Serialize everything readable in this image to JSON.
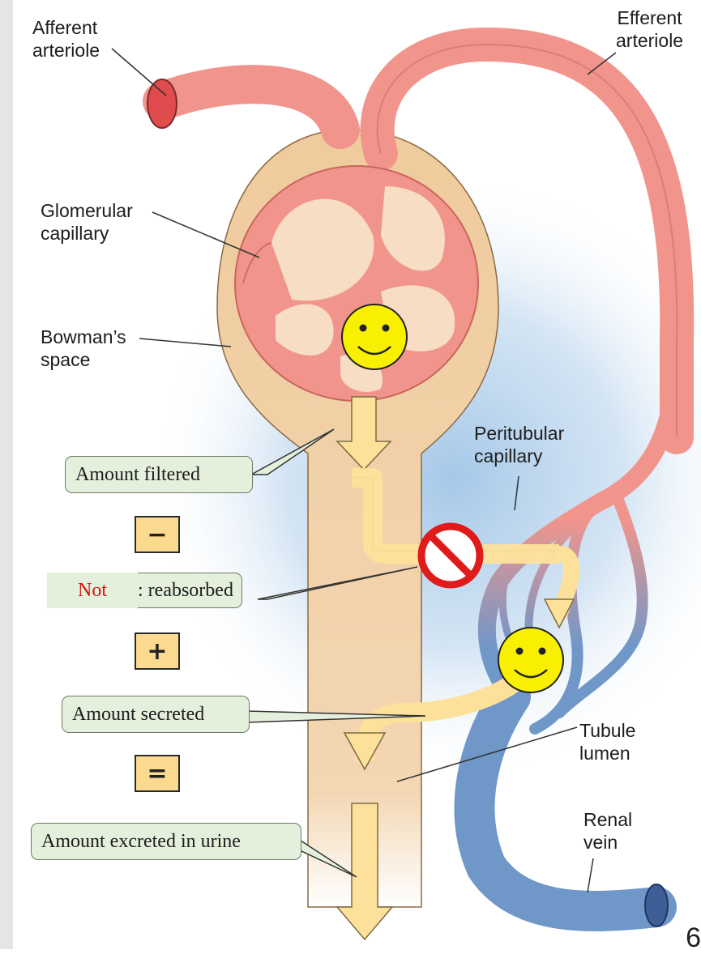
{
  "labels": {
    "afferent_arteriole": [
      "Afferent",
      "arteriole"
    ],
    "efferent_arteriole": [
      "Efferent",
      "arteriole"
    ],
    "glomerular_capillary": [
      "Glomerular",
      "capillary"
    ],
    "bowmans_space": [
      "Bowman’s",
      "space"
    ],
    "peritubular_capillary": [
      "Peritubular",
      "capillary"
    ],
    "tubule_lumen": [
      "Tubule",
      "lumen"
    ],
    "renal_vein": [
      "Renal",
      "vein"
    ]
  },
  "boxes": {
    "amount_filtered": "Amount filtered",
    "not_word": "Not",
    "reabsorbed": ": reabsorbed",
    "amount_secreted": "Amount secreted",
    "amount_excreted": "Amount excreted in urine"
  },
  "operators": {
    "minus": "−",
    "plus": "+",
    "equals": "="
  },
  "page_number": "6",
  "colors": {
    "artery": "#f1958c",
    "vein": "#6f97c8",
    "bowman": "#efcb9d",
    "arrow": "#fde19a",
    "label_box": "#e4f0dc",
    "operator_box": "#fbd98f",
    "stop_sign": "#e01b1b",
    "smiley": "#f8f000"
  },
  "icons": [
    "smiley-face-icon",
    "smiley-face-icon",
    "no-entry-icon"
  ]
}
